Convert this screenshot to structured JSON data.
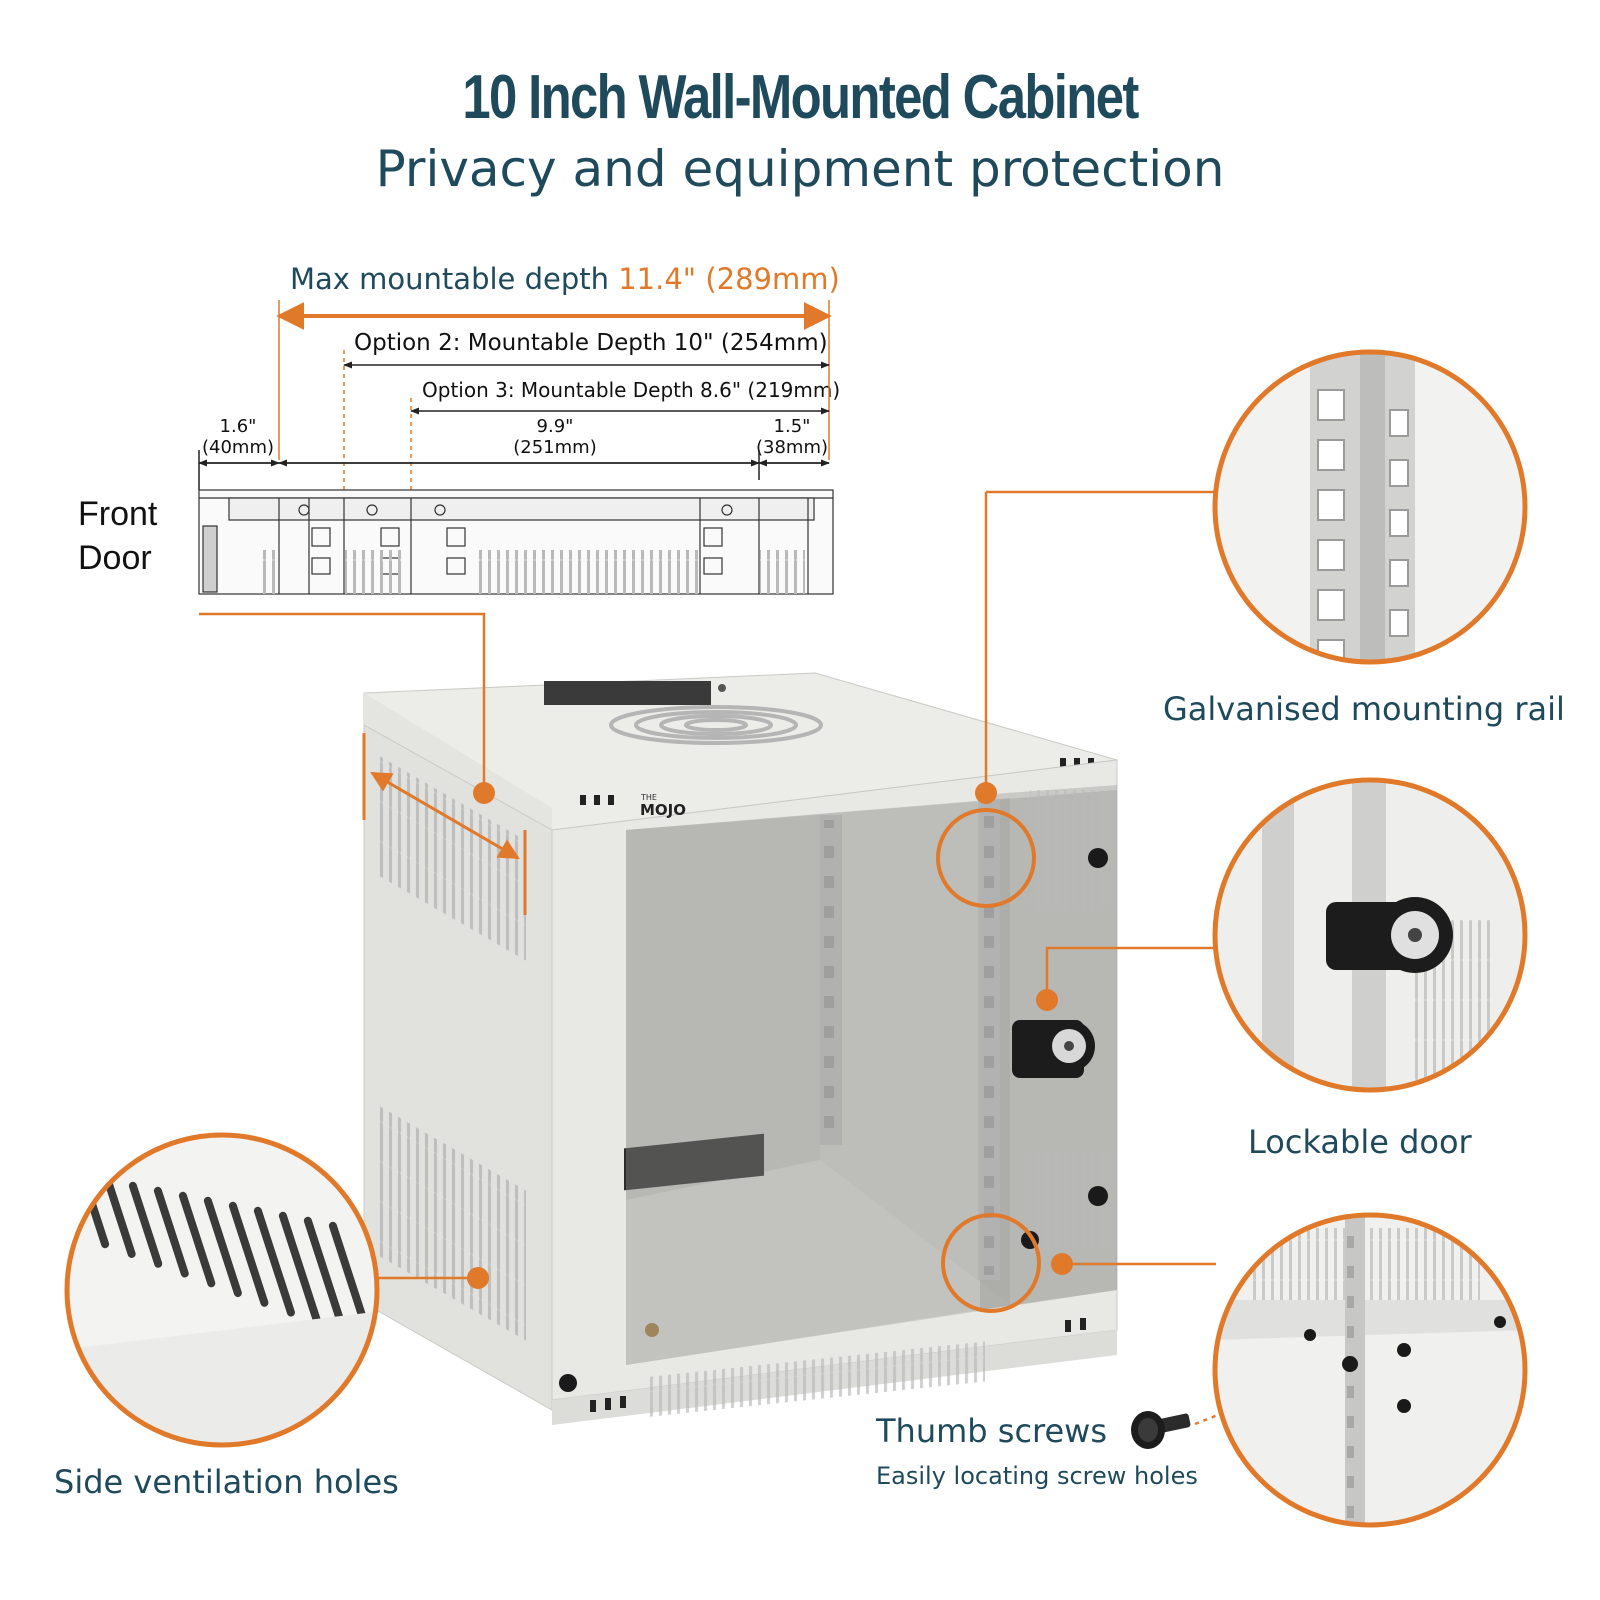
{
  "title": "10 Inch Wall-Mounted Cabinet",
  "subtitle": "Privacy and equipment protection",
  "depth": {
    "max_label": "Max mountable depth",
    "max_value": "11.4\" (289mm)",
    "option2": "Option 2: Mountable Depth 10\" (254mm)",
    "option3": "Option 3: Mountable Depth 8.6\" (219mm)",
    "seg1_in": "1.6\"",
    "seg1_mm": "(40mm)",
    "seg2_in": "9.9\"",
    "seg2_mm": "(251mm)",
    "seg3_in": "1.5\"",
    "seg3_mm": "(38mm)"
  },
  "front_door": {
    "line1": "Front",
    "line2": "Door"
  },
  "callouts": {
    "rail": "Galvanised mounting rail",
    "lock": "Lockable door",
    "vent": "Side ventilation holes",
    "screws": "Thumb screws",
    "screws_sub": "Easily locating screw holes"
  },
  "brand": {
    "small": "THE",
    "name": "MOJO"
  },
  "colors": {
    "accent": "#e07a2a",
    "heading": "#1f4a5c",
    "cabinet": "#e4e4e2"
  }
}
